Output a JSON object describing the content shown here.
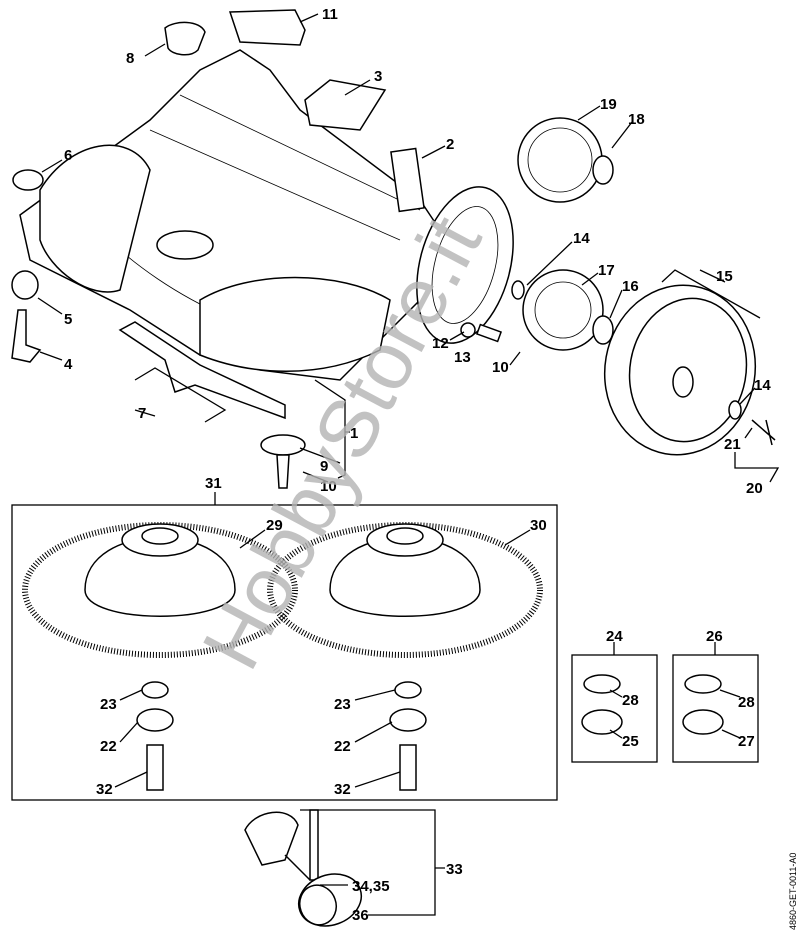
{
  "diagram": {
    "labels": [
      "11",
      "8",
      "3",
      "19",
      "18",
      "2",
      "6",
      "14",
      "17",
      "15",
      "16",
      "5",
      "12",
      "13",
      "10",
      "4",
      "14",
      "7",
      "1",
      "21",
      "9",
      "20",
      "10",
      "31",
      "29",
      "30",
      "24",
      "26",
      "28",
      "28",
      "25",
      "27",
      "23",
      "23",
      "22",
      "22",
      "32",
      "32",
      "33",
      "34,35",
      "36"
    ],
    "drawing_code": "4860-GET-0011-A0",
    "watermark": "HobbyStore.it"
  }
}
